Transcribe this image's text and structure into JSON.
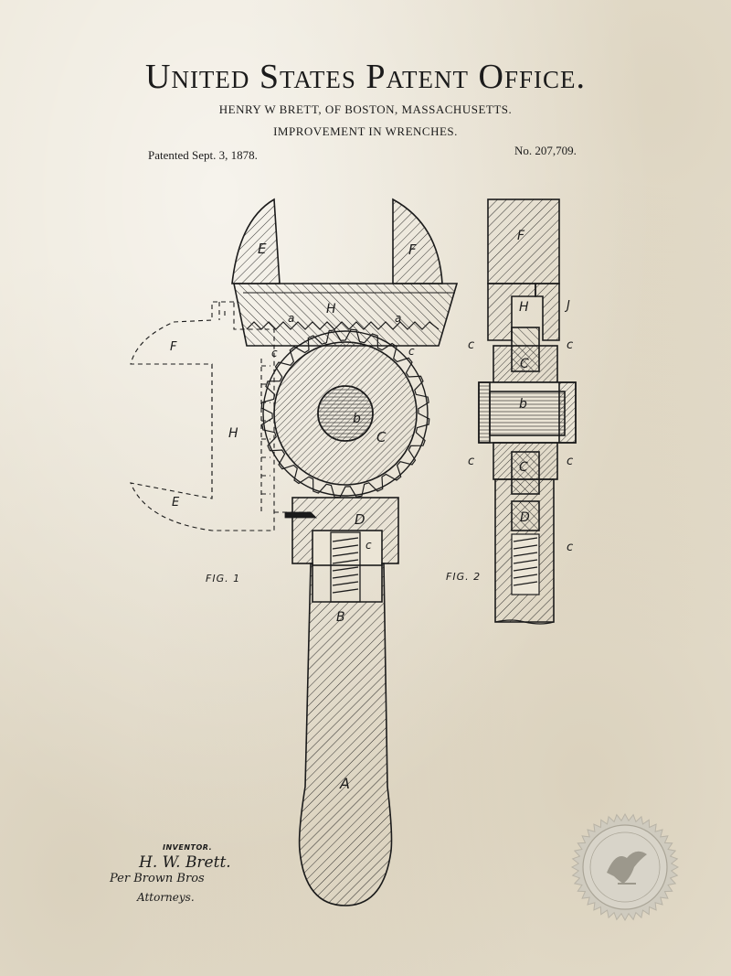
{
  "header": {
    "title": "United States Patent Office.",
    "inventor_line": "HENRY W BRETT, OF BOSTON, MASSACHUSETTS.",
    "improvement_line": "IMPROVEMENT IN WRENCHES.",
    "patented_date": "Patented Sept. 3, 1878.",
    "patent_number": "No. 207,709."
  },
  "drawing": {
    "fig1_label": "FIG. 1",
    "fig2_label": "FIG. 2",
    "fig1_parts": {
      "jaw_left": "E",
      "jaw_right": "F",
      "rack_bar": "H",
      "rack_a1": "a",
      "rack_a2": "a",
      "c_left": "c",
      "c_right": "c",
      "pinion": "C",
      "pinion_hub": "b",
      "sleeve": "D",
      "spring_label": "c",
      "handle_b": "B",
      "handle_a": "A",
      "ghost_jaw_top": "F",
      "ghost_bar": "H",
      "ghost_jaw_bottom": "E"
    },
    "fig2_parts": {
      "top_f": "F",
      "h": "H",
      "j": "J",
      "c_tl": "c",
      "c_tr": "c",
      "c_mid": "C",
      "b": "b",
      "c_bl": "c",
      "c_br": "c",
      "c_low": "C",
      "d": "D",
      "c_side": "c"
    },
    "colors": {
      "ink": "#1b1b1b",
      "paper": "#ebe5d6",
      "seal": "#cfcbbf"
    }
  },
  "signature_block": {
    "caption": "INVENTOR.",
    "inventor": "H. W. Brett.",
    "attorneys": "Per Brown Bros",
    "role": "Attorneys."
  },
  "seal": {
    "icon": "eagle-seal-icon"
  }
}
